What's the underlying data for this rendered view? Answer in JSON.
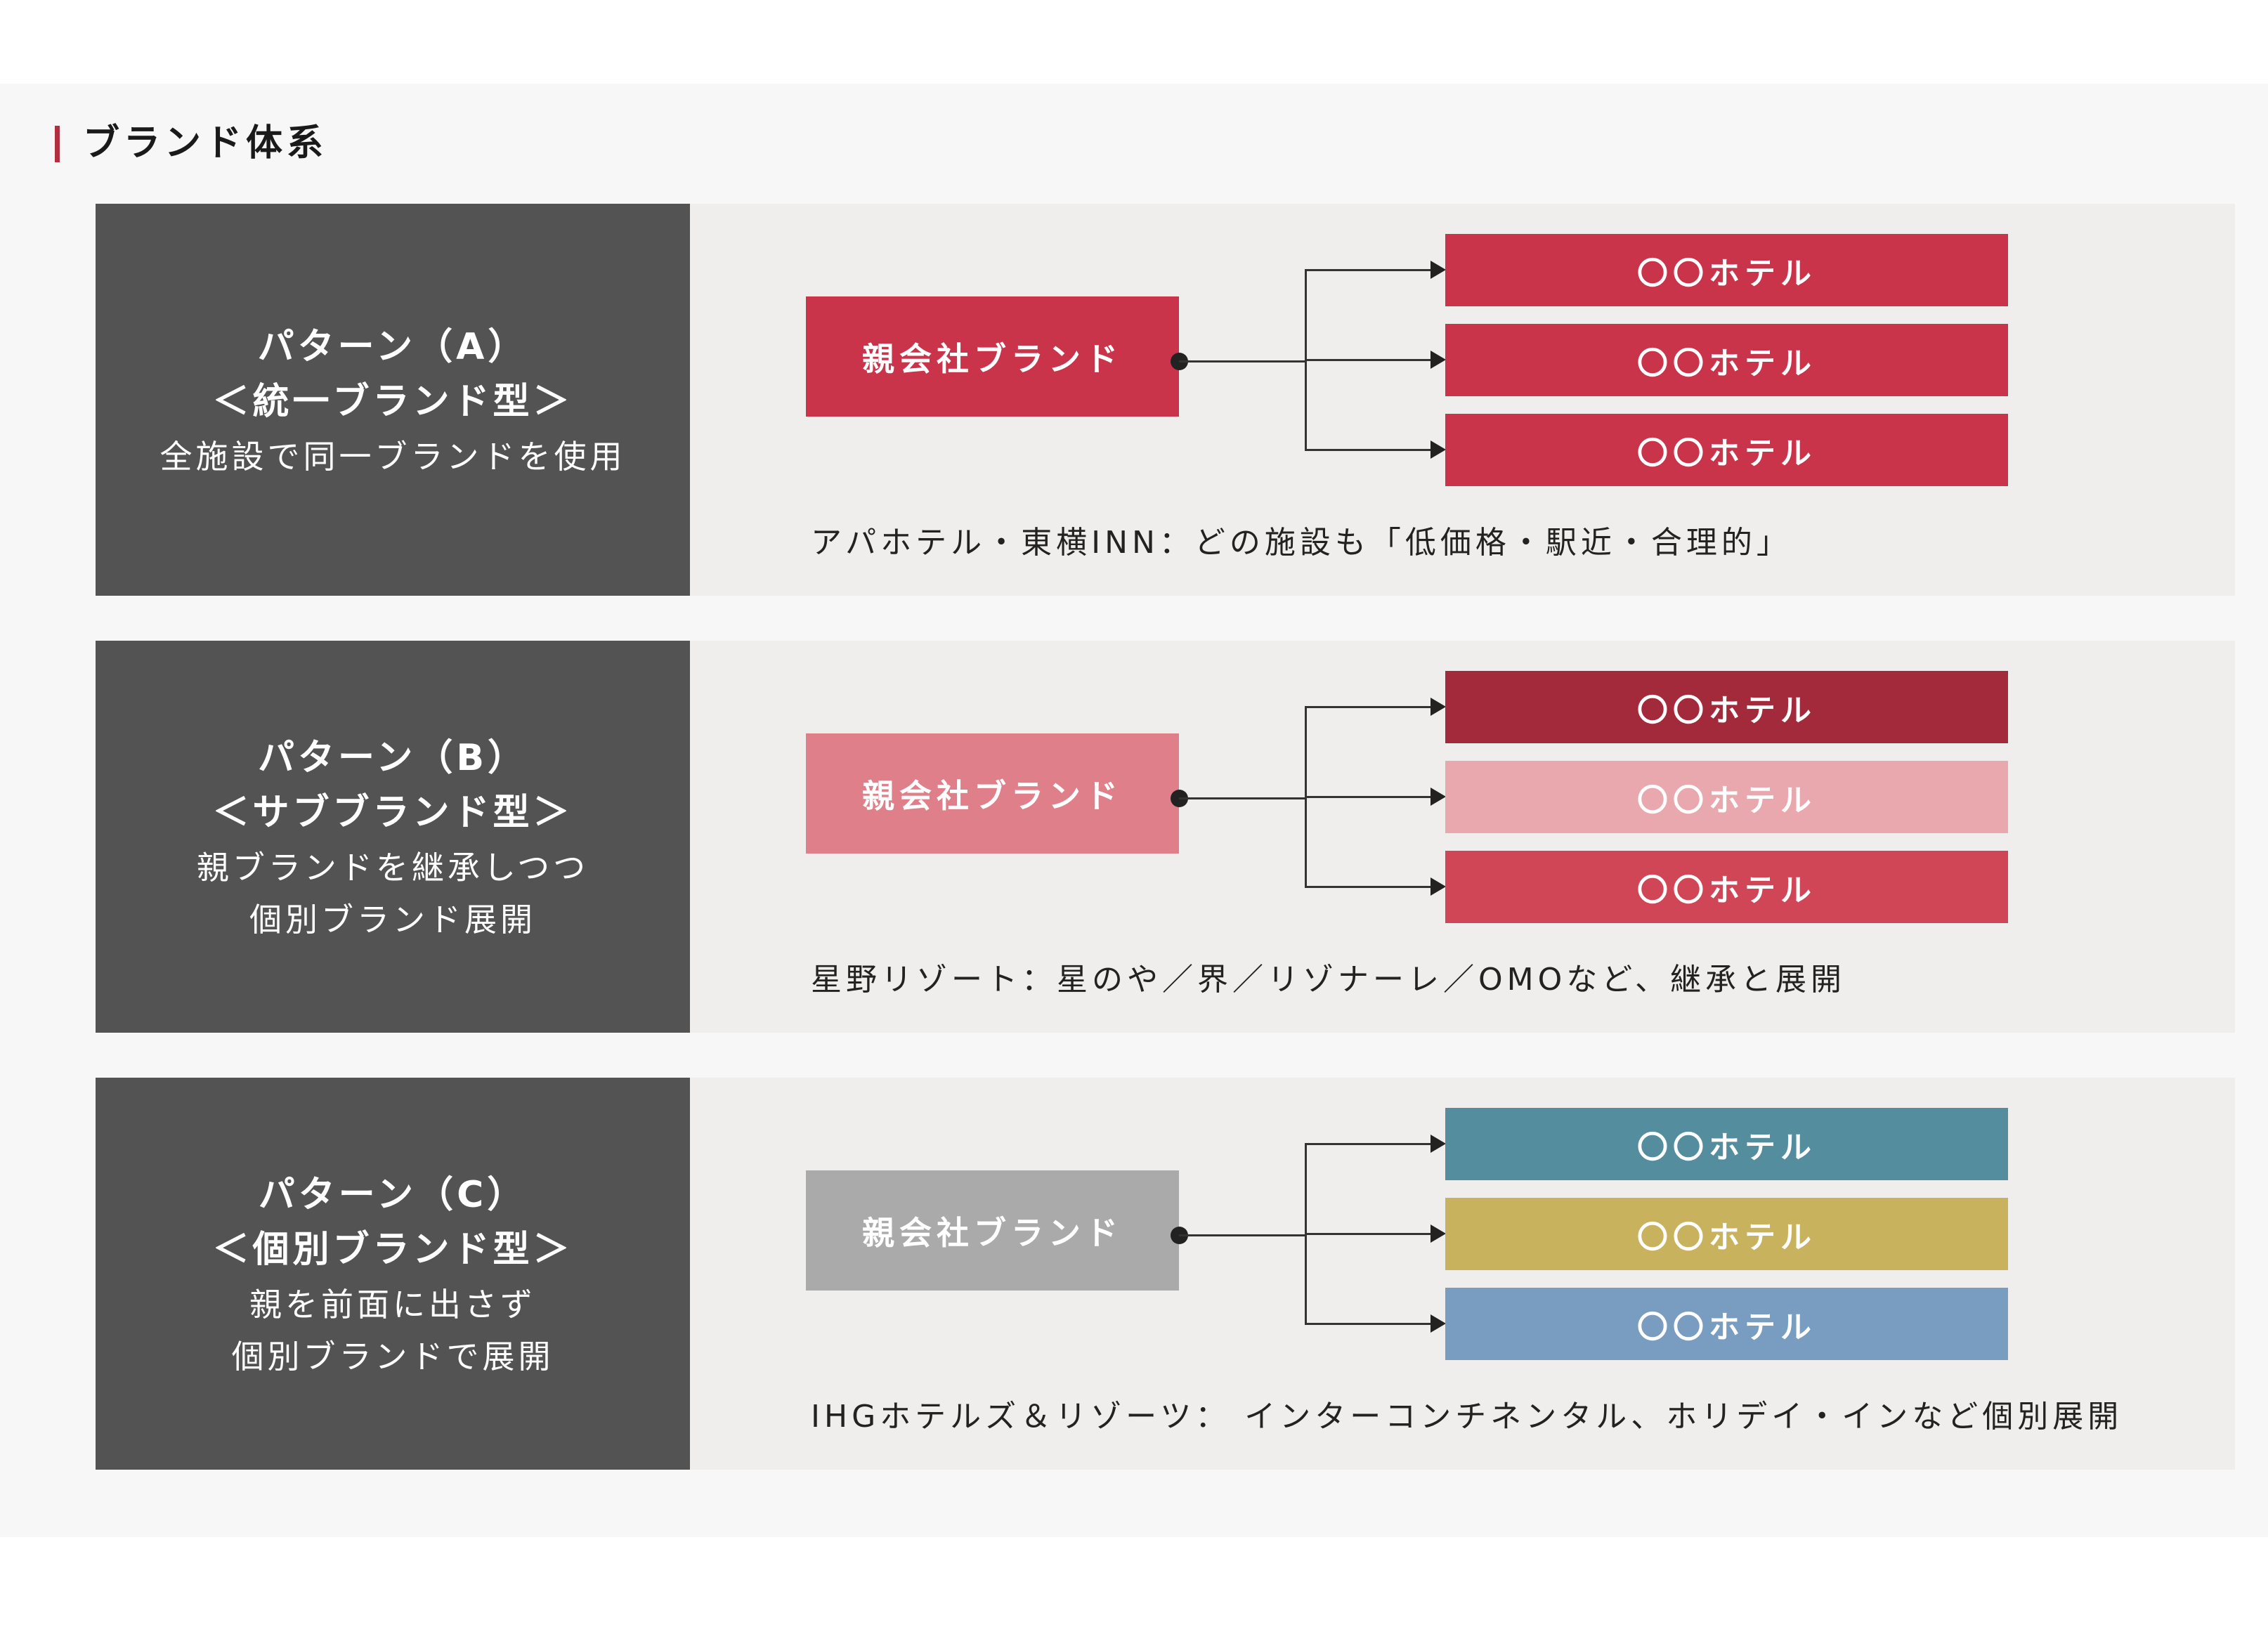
{
  "title": "ブランド体系",
  "colors": {
    "accent": "#b0303f",
    "dark_panel": "#535353",
    "light_panel": "#efeeec"
  },
  "patterns": [
    {
      "lines": [
        {
          "text": "パターン（A）",
          "bold": true
        },
        {
          "text": "＜統一ブランド型＞",
          "bold": true
        },
        {
          "text": "全施設で同一ブランドを使用",
          "bold": false
        }
      ],
      "parent": {
        "label": "親会社ブランド",
        "color": "#c9344a"
      },
      "hotels": [
        {
          "label": "〇〇ホテル",
          "color": "#c9344a"
        },
        {
          "label": "〇〇ホテル",
          "color": "#c9344a"
        },
        {
          "label": "〇〇ホテル",
          "color": "#c9344a"
        }
      ],
      "caption": "アパホテル・東横INN：どの施設も「低価格・駅近・合理的」"
    },
    {
      "lines": [
        {
          "text": "パターン（B）",
          "bold": true
        },
        {
          "text": "＜サブブランド型＞",
          "bold": true
        },
        {
          "text": "親ブランドを継承しつつ",
          "bold": false
        },
        {
          "text": "個別ブランド展開",
          "bold": false
        }
      ],
      "parent": {
        "label": "親会社ブランド",
        "color": "#de7f8a"
      },
      "hotels": [
        {
          "label": "〇〇ホテル",
          "color": "#a32a3a"
        },
        {
          "label": "〇〇ホテル",
          "color": "#e8a8ae"
        },
        {
          "label": "〇〇ホテル",
          "color": "#d04656"
        }
      ],
      "caption": "星野リゾート：星のや／界／リゾナーレ／OMOなど、継承と展開"
    },
    {
      "lines": [
        {
          "text": "パターン（C）",
          "bold": true
        },
        {
          "text": "＜個別ブランド型＞",
          "bold": true
        },
        {
          "text": "親を前面に出さず",
          "bold": false
        },
        {
          "text": "個別ブランドで展開",
          "bold": false
        }
      ],
      "parent": {
        "label": "親会社ブランド",
        "color": "#aaaaaa"
      },
      "hotels": [
        {
          "label": "〇〇ホテル",
          "color": "#548e9e"
        },
        {
          "label": "〇〇ホテル",
          "color": "#c9b25e"
        },
        {
          "label": "〇〇ホテル",
          "color": "#789dc0"
        }
      ],
      "caption": "IHGホテルズ＆リゾーツ： インターコンチネンタル、ホリデイ・インなど個別展開"
    }
  ]
}
